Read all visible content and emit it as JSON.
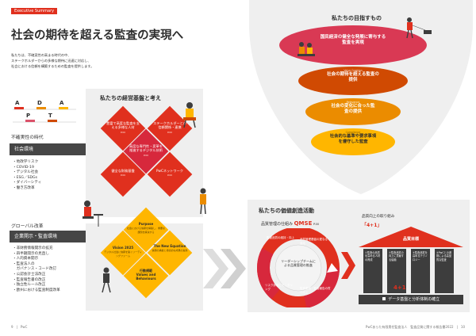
{
  "header": {
    "tag": "Executive Summary",
    "title": "社会の期待を超える監査の実現へ",
    "intro": [
      "私たちは、不確実性の高まる時代の中、",
      "ステークホルダーからの多様な期待に迅速に対応し、",
      "社会における信頼を構築するための監査を提供します。"
    ]
  },
  "adapt": {
    "letters": [
      "A",
      "D",
      "A",
      "P",
      "T"
    ]
  },
  "left": {
    "uncertainty_label": "不確実性の時代",
    "env_bar": "社会環境",
    "env_items": [
      "・地政学リスク",
      "・COVID-19",
      "・デジタル社会",
      "・ESG／SDGs",
      "・ダイバーシティ",
      "・働き方改革"
    ],
    "global_label": "グローバル改革",
    "disclosure_bar": "企業開示・監査環境",
    "disclosure_items": [
      "・非財務情報開示の拡充",
      "・四半期開示の見直し",
      "・人的資本開示",
      "・監査法人の",
      "　ガバナンス・コード改訂",
      "・公認会計士法改正",
      "・監査報告書の改正",
      "・独立性ルール改正",
      "・欧州における監査制度改革"
    ]
  },
  "management": {
    "title": "私たちの経営基盤と考え",
    "diamonds": [
      {
        "text": "豊富で高度な監査を支える多様な人材",
        "sub": "P.00"
      },
      {
        "text": "ステークホルダーとの信頼関係・連携",
        "sub": "P.00"
      },
      {
        "text": "高度な専門性・変革を推進するデジタル技術",
        "sub": "P.00"
      },
      {
        "text": "健全な財務基盤",
        "sub": "P.00"
      },
      {
        "text": "PwCネットワーク",
        "sub": "P.00"
      }
    ],
    "yellow": [
      {
        "title": "Purpose",
        "text": "社会における信頼を構築し、重要な課題を解決する"
      },
      {
        "title": "Vision 2025",
        "text": "デジタル社会に信頼を築くリーディングファーム"
      },
      {
        "title": "The New Equation",
        "text": "信頼の構築と持続的な成果の提供"
      },
      {
        "title": "行動規範",
        "text": ""
      },
      {
        "title": "Values and Behaviours",
        "text": ""
      }
    ]
  },
  "aims": {
    "title": "私たちの目指すもの",
    "tiers": [
      {
        "label": "",
        "text": "国民経済の健全な発展に寄与する監査を実現"
      },
      {
        "label": "Value Creation",
        "text": "社会の期待を超える監査の提供"
      },
      {
        "label": "Relevance",
        "text": "社会の変化に合った監査の提供"
      },
      {
        "label": "Compliance",
        "text": "社会的な基準や要求事項を遵守した監査"
      }
    ]
  },
  "value_creation": {
    "title": "私たちの価値創造活動",
    "qmse_prefix": "品質管理の仕組み",
    "qmse_name": "QMSE",
    "qmse_page": "P.00",
    "ring": [
      "監査品質の維持・向上",
      "品質管理基盤の更なる強化",
      "監査業務・監査報告の質の向上",
      "リスク評価とモニタリング"
    ],
    "center": "リーダーシップチームによる品質管理の推進",
    "house_label": "品質向上の取り組み",
    "house_sub": "「4+1」",
    "house_roof": "品質目標",
    "columns": [
      "①監査の品質を高める人材の育成",
      "②監査品質の向上に貢献する協働",
      "③監査品質を高めるテクノロジー",
      "④PwCとの連携による高品質な監査"
    ],
    "plus": "4+1",
    "foundation": "データ基盤と分析体制の確立"
  },
  "footer": {
    "left": "9　|　PwC",
    "right": "PwCあらた有限責任監査法人　監査品質に関する報告書2022　|　10"
  },
  "colors": {
    "red": "#e0301e",
    "deep_red": "#c5203a",
    "pink": "#d93954",
    "orange": "#eb8c00",
    "yellow": "#ffb600",
    "dark": "#464646",
    "panel": "#efefef"
  }
}
